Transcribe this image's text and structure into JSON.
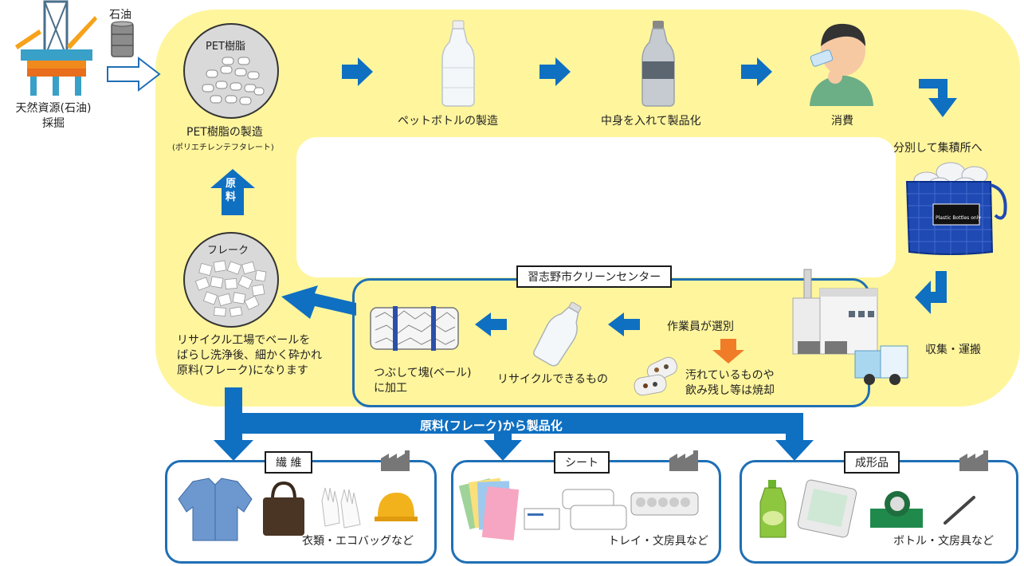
{
  "source": {
    "oil_label": "石油",
    "caption": "天然資源(石油)\n採掘"
  },
  "cycle": {
    "pet_resin": {
      "circle_label": "PET樹脂",
      "caption": "PET樹脂の製造",
      "sub": "(ポリエチレンテフタレート)"
    },
    "bottle_making": "ペットボトルの製造",
    "filling": "中身を入れて製品化",
    "consume": "消費",
    "sort_collect": "分別して集積所へ",
    "bag_label": "Plastic Bottles only",
    "transport": "収集・運搬",
    "raw_material_label": "原\n料",
    "flake": {
      "circle_label": "フレーク",
      "caption": "リサイクル工場でベールを\nばらし洗浄後、細かく砕かれ\n原料(フレーク)になります"
    }
  },
  "center": {
    "title": "習志野市クリーンセンター",
    "worker_sort": "作業員が選別",
    "dirty": "汚れているものや\n飲み残し等は焼却",
    "recyclable": "リサイクルできるもの",
    "bale": "つぶして塊(ベール)\nに加工"
  },
  "products": {
    "banner": "原料(フレーク)から製品化",
    "boxes": [
      {
        "title": "繊 維",
        "caption": "衣類・エコバッグなど"
      },
      {
        "title": "シート",
        "caption": "トレイ・文房具など"
      },
      {
        "title": "成形品",
        "caption": "ボトル・文房具など"
      }
    ]
  },
  "colors": {
    "yellow": "#fff59d",
    "blue": "#0f6fc1",
    "box_border": "#1f6fb5",
    "orange": "#f07c28"
  }
}
